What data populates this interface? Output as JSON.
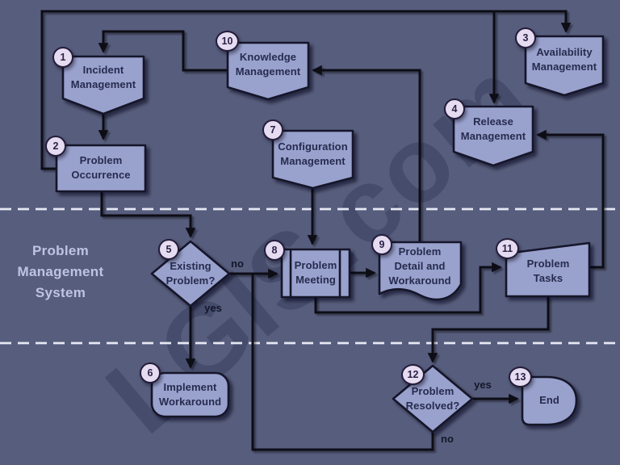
{
  "diagram_title": "Problem Management System",
  "watermark": "LGIS.com",
  "colors": {
    "background": "#575d7d",
    "node_fill": "#99a1cd",
    "node_border": "#15152b",
    "connector": "#0c0c14",
    "badge_fill": "#e6dcf1",
    "badge_border": "#241c3a",
    "node_text": "#262c4e",
    "lane_divider": "#e6e8f2",
    "lane_label_text": "#c0c4e3"
  },
  "nodes": [
    {
      "id": "1",
      "label": "Incident Management",
      "shape": "off-page-connector"
    },
    {
      "id": "2",
      "label": "Problem Occurrence",
      "shape": "process"
    },
    {
      "id": "3",
      "label": "Availability Management",
      "shape": "off-page-connector"
    },
    {
      "id": "4",
      "label": "Release Management",
      "shape": "off-page-connector"
    },
    {
      "id": "5",
      "label": "Existing Problem?",
      "shape": "decision"
    },
    {
      "id": "6",
      "label": "Implement Workaround",
      "shape": "rounded-process"
    },
    {
      "id": "7",
      "label": "Configuration Management",
      "shape": "off-page-connector"
    },
    {
      "id": "8",
      "label": "Problem Meeting",
      "shape": "predefined-process"
    },
    {
      "id": "9",
      "label": "Problem Detail and Workaround",
      "shape": "document"
    },
    {
      "id": "10",
      "label": "Knowledge Management",
      "shape": "off-page-connector"
    },
    {
      "id": "11",
      "label": "Problem Tasks",
      "shape": "manual-operation"
    },
    {
      "id": "12",
      "label": "Problem Resolved?",
      "shape": "decision"
    },
    {
      "id": "13",
      "label": "End",
      "shape": "delay"
    }
  ],
  "edge_labels": {
    "existing_problem_no": "no",
    "existing_problem_yes": "yes",
    "problem_resolved_yes": "yes",
    "problem_resolved_no": "no"
  }
}
